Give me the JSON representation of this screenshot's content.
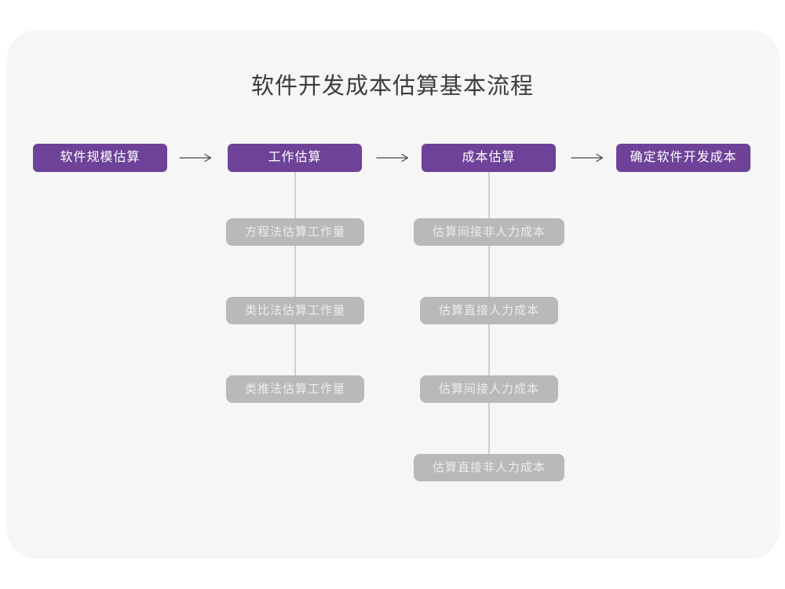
{
  "title": "软件开发成本估算基本流程",
  "colors": {
    "accent_purple": "#6D4298",
    "sub_box_gray": "#B9B9B9",
    "card_background": "#F6F6F6",
    "connector_gray": "#CFCFCF",
    "arrow_dark": "#4A4A4A"
  },
  "flow": {
    "steps": [
      {
        "label": "软件规模估算"
      },
      {
        "label": "工作估算"
      },
      {
        "label": "成本估算"
      },
      {
        "label": "确定软件开发成本"
      }
    ],
    "work_methods": [
      {
        "label": "方程法估算工作量"
      },
      {
        "label": "类比法估算工作量"
      },
      {
        "label": "类推法估算工作量"
      }
    ],
    "cost_items": [
      {
        "label": "估算间接非人力成本"
      },
      {
        "label": "估算直接人力成本"
      },
      {
        "label": "估算间接人力成本"
      },
      {
        "label": "估算直接非人力成本"
      }
    ]
  }
}
